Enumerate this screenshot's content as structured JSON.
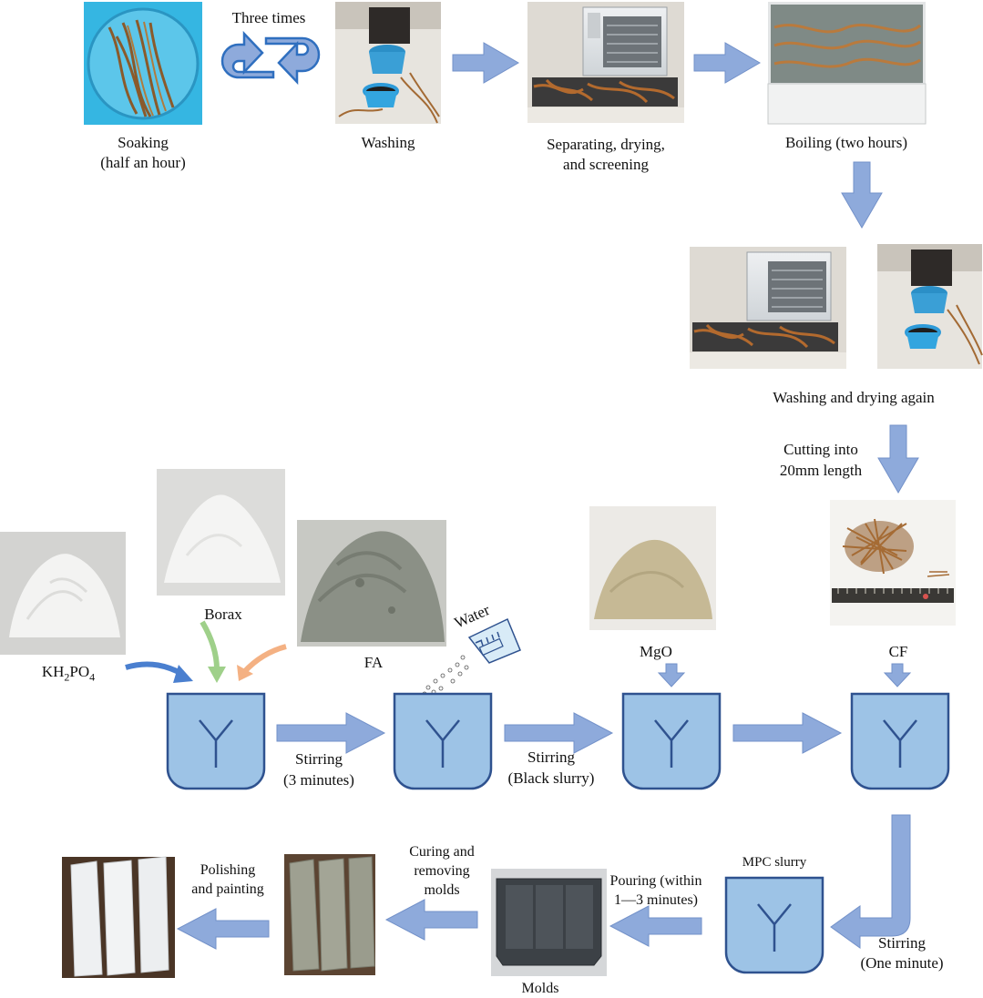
{
  "labels": {
    "three_times": "Three times",
    "soaking_1": "Soaking",
    "soaking_2": "(half an hour)",
    "washing": "Washing",
    "separating_1": "Separating, drying,",
    "separating_2": "and screening",
    "boiling": "Boiling (two hours)",
    "washing_drying_again": "Washing and drying again",
    "cutting_1": "Cutting into",
    "cutting_2": "20mm length",
    "borax": "Borax",
    "fa": "FA",
    "kh2po4_k": "KH",
    "kh2po4_sub1": "2",
    "kh2po4_po": "PO",
    "kh2po4_sub2": "4",
    "water": "Water",
    "mgo": "MgO",
    "cf": "CF",
    "stirring_3min_1": "Stirring",
    "stirring_3min_2": "(3 minutes)",
    "stirring_black_1": "Stirring",
    "stirring_black_2": "(Black slurry)",
    "mpc_slurry": "MPC slurry",
    "stirring_one_1": "Stirring",
    "stirring_one_2": "(One minute)",
    "pouring_1": "Pouring (within",
    "pouring_2": "1—3 minutes)",
    "molds": "Molds",
    "curing_1": "Curing and",
    "curing_2": "removing",
    "curing_3": "molds",
    "polishing_1": "Polishing",
    "polishing_2": "and painting"
  },
  "colors": {
    "arrow_fill": "#8eaadb",
    "arrow_stroke": "#7391c9",
    "mixer_fill": "#9dc3e6",
    "mixer_stroke": "#2f528f",
    "curved_arrow_blue": "#4a7fcf",
    "curved_arrow_green": "#9fd08a",
    "curved_arrow_orange": "#f4b183"
  }
}
